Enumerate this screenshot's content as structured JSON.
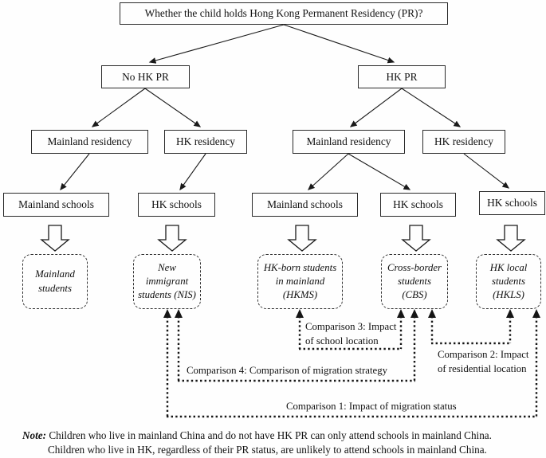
{
  "tree": {
    "root": {
      "label": "Whether the child holds Hong Kong Permanent Residency (PR)?"
    },
    "level2": [
      {
        "label": "No HK PR"
      },
      {
        "label": "HK PR"
      }
    ],
    "level3": [
      {
        "label": "Mainland residency"
      },
      {
        "label": "HK residency"
      },
      {
        "label": "Mainland residency"
      },
      {
        "label": "HK residency"
      }
    ],
    "level4": [
      {
        "label": "Mainland schools"
      },
      {
        "label": "HK schools"
      },
      {
        "label": "Mainland schools"
      },
      {
        "label": "HK schools"
      },
      {
        "label": "HK schools"
      }
    ]
  },
  "students": [
    {
      "label": "Mainland\nstudents"
    },
    {
      "label": "New\nimmigrant\nstudents (NIS)"
    },
    {
      "label": "HK-born students\nin mainland\n(HKMS)"
    },
    {
      "label": "Cross-border\nstudents\n(CBS)"
    },
    {
      "label": "HK local\nstudents\n(HKLS)"
    }
  ],
  "comparisons": {
    "comparison_3": {
      "label": "Comparison 3: Impact\nof school location"
    },
    "comparison_2": {
      "label": "Comparison 2: Impact\nof residential location"
    },
    "comparison_4": {
      "label": "Comparison 4: Comparison of migration strategy"
    },
    "comparison_1": {
      "label": "Comparison 1: Impact of migration status"
    }
  },
  "note": {
    "label": "Note:",
    "line1": "Children who live in mainland China and do not have HK PR can only attend schools in mainland China.",
    "line2": "Children who live in HK, regardless of their PR status, are unlikely to attend schools in mainland China."
  },
  "colors": {
    "line": "#1a1a1a",
    "text": "#111111",
    "background": "#fefefe"
  }
}
